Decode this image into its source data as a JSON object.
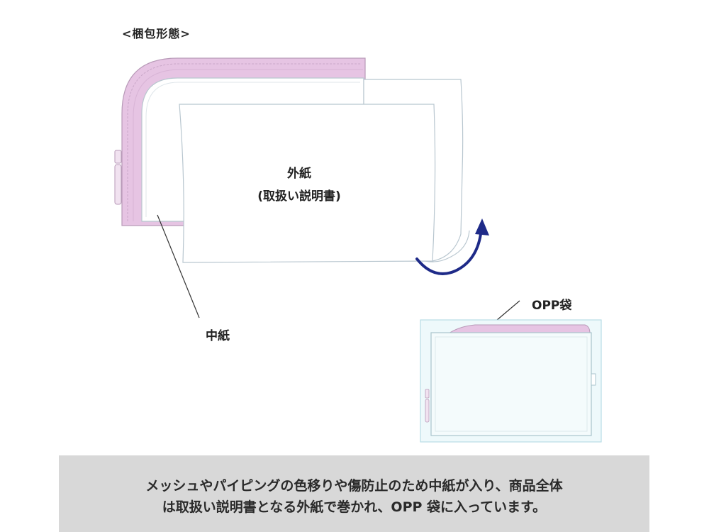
{
  "section_title": "<梱包形態>",
  "labels": {
    "outer_paper_line1": "外紙",
    "outer_paper_line2": "(取扱い説明書)",
    "inner_paper": "中紙",
    "opp_bag": "OPP袋"
  },
  "caption": {
    "line1": "メッシュやパイピングの色移りや傷防止のため中紙が入り、商品全体",
    "line2": "は取扱い説明書となる外紙で巻かれ、OPP 袋に入っています。"
  },
  "colors": {
    "pouch_pink": "#e6c4e3",
    "pouch_outline": "#b89ab8",
    "paper_outline": "#b8c6cf",
    "arrow_navy": "#1e2a88",
    "opp_tint": "#eef9fb",
    "caption_bg": "#d8d8d8"
  }
}
